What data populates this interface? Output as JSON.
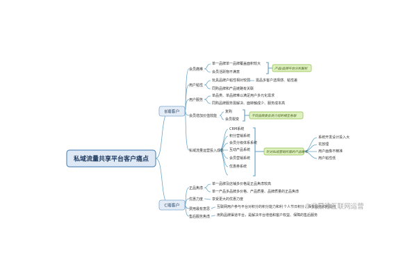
{
  "root": {
    "title": "私域流量共享平台客户痛点"
  },
  "branch_b": {
    "label": "B端客户",
    "groups": [
      {
        "label": "会员痛难",
        "items": [
          "单一品牌单一品牌覆盖面积较大",
          "会员活跃物不满意"
        ]
      },
      {
        "label": "用户粘性",
        "items": [
          "玩具品牌户粘性相对较弱",
          "同购品牌和产品链路有关联"
        ],
        "side_note": "需品多客户选择感、粘性差"
      },
      {
        "label": "用户服务",
        "items": [
          "单品类、单品牌难以满足用户多元化需求",
          "同购品牌服务需解决、面转触成少、服务成本高"
        ]
      },
      {
        "label": "会员增加价值效能",
        "items": [
          "复购",
          "会员裂变"
        ]
      },
      {
        "label": "私域流量运营投入成本",
        "items": [
          "CRM系统",
          "积分营销系统",
          "会员分级体系系统",
          "互动产品系统",
          "会员营销系统",
          "优惠券系统"
        ]
      }
    ],
    "callouts": [
      "产品/品牌平台分析解析",
      "不同品牌类会员介绍的相互各联",
      "针对私域营销所需的产品矩阵"
    ],
    "right_items": [
      "系统开发设计投入大",
      "花放理",
      "用户画像不精准",
      "用户粘性低"
    ]
  },
  "branch_c": {
    "label": "C端客户",
    "groups": [
      {
        "label": "正品焦虑",
        "items": [
          "单一品牌及店铺多价格是正品焦虑较高",
          "单一产品多品牌多价格、产品质量、品牌质量的正品焦虑"
        ]
      },
      {
        "label": "优惠力度",
        "items": [
          "享受更大的优惠力度"
        ]
      },
      {
        "label": "费用最有意思",
        "items": [
          "互联网用户参与平台对积分的积分能力和利",
          "个人节日积分，保有最终和利润点"
        ]
      },
      {
        "label": "售后服务焦虑",
        "items": [
          "用购品牌渠道平台，是解决平台增值和客户权益、保障的售后服务"
        ]
      }
    ]
  },
  "watermark": "©兆蒙德互联网运营"
}
